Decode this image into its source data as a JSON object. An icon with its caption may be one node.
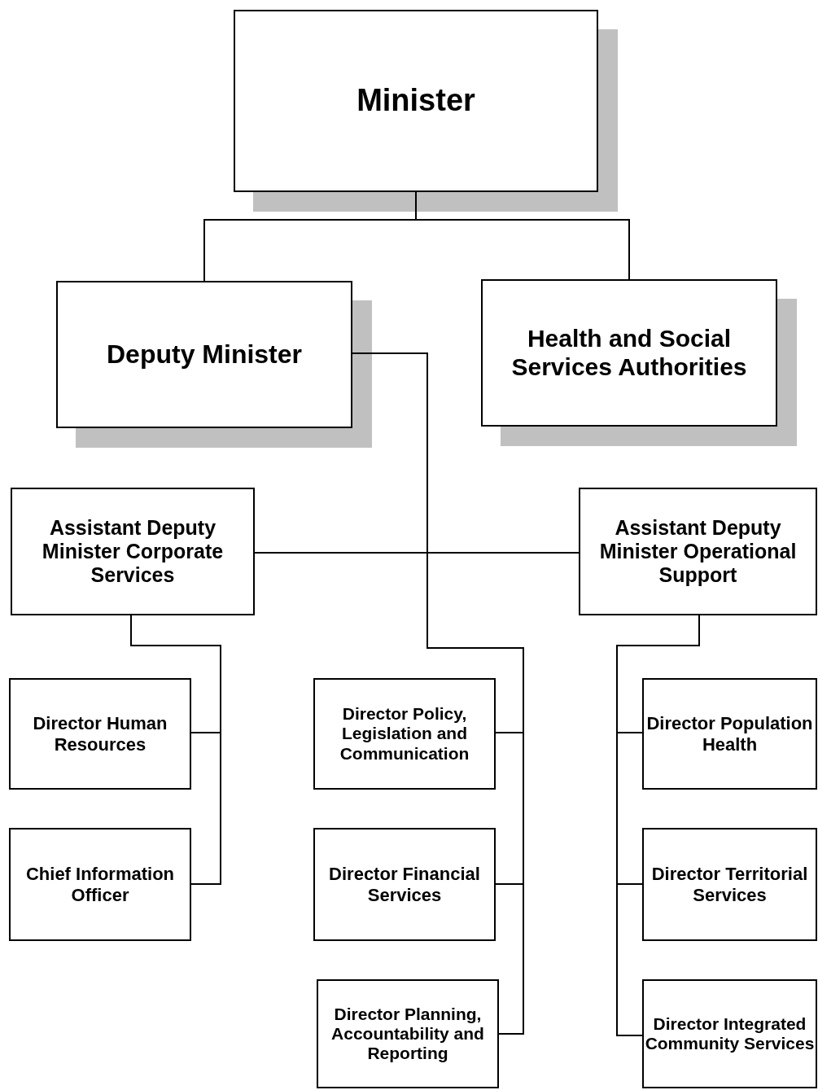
{
  "diagram": {
    "nodes": [
      {
        "text": [
          "Minister"
        ]
      },
      {
        "text": [
          "Deputy Minister"
        ]
      },
      {
        "text": [
          "Health and Social Services Authorities"
        ]
      },
      {
        "text": [
          "Assistant Deputy Minister Corporate Services"
        ]
      },
      {
        "text": [
          "Assistant Deputy Minister Operational Support"
        ]
      },
      {
        "text": [
          "Director Human Resources"
        ]
      },
      {
        "text": [
          "Chief Information Officer"
        ]
      },
      {
        "text": [
          "Director Policy, Legislation and Communication"
        ]
      },
      {
        "text": [
          "Director Financial Services"
        ]
      },
      {
        "text": [
          "Director Planning, Accountability and Reporting"
        ]
      },
      {
        "text": [
          "Director Population Health"
        ]
      },
      {
        "text": [
          "Director Territorial Services"
        ]
      },
      {
        "text": [
          "Director Integrated Community Services"
        ]
      }
    ],
    "edges": [
      {
        "from": 0,
        "to": 1,
        "arrow": "none"
      },
      {
        "from": 0,
        "to": 2,
        "arrow": "none"
      },
      {
        "from": 1,
        "to": 3,
        "arrow": "none"
      },
      {
        "from": 1,
        "to": 4,
        "arrow": "none"
      },
      {
        "from": 1,
        "to": 7,
        "arrow": "none"
      },
      {
        "from": 1,
        "to": 8,
        "arrow": "none"
      },
      {
        "from": 1,
        "to": 9,
        "arrow": "none"
      },
      {
        "from": 3,
        "to": 5,
        "arrow": "none"
      },
      {
        "from": 3,
        "to": 6,
        "arrow": "none"
      },
      {
        "from": 4,
        "to": 10,
        "arrow": "none"
      },
      {
        "from": 4,
        "to": 11,
        "arrow": "none"
      },
      {
        "from": 4,
        "to": 12,
        "arrow": "none"
      }
    ]
  }
}
